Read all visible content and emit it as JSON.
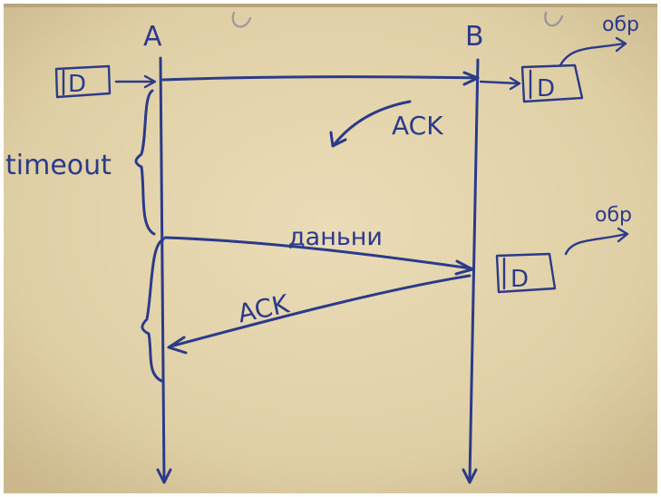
{
  "diagram": {
    "node_a_label": "A",
    "node_b_label": "B",
    "packet_label": "D",
    "timeout_label": "timeout",
    "ack_label_1": "ACK",
    "data_label": "даньни",
    "ack_label_2": "ACK",
    "process_label_1": "обр",
    "process_label_2": "обр"
  },
  "colors": {
    "ink": "#2b3a8a",
    "paper": "#e7d9b3"
  }
}
